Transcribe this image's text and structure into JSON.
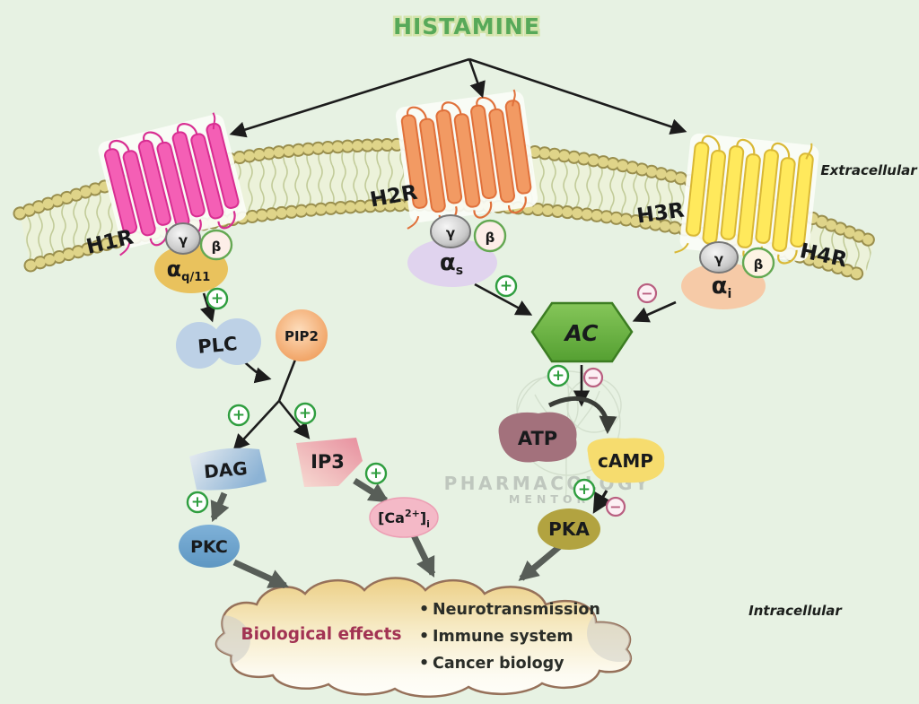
{
  "title": "HISTAMINE",
  "compartments": {
    "extracellular": "Extracellular",
    "intracellular": "Intracellular"
  },
  "receptors": {
    "h1r": "H1R",
    "h2r": "H2R",
    "h3r": "H3R",
    "h4r": "H4R"
  },
  "g_proteins": {
    "gamma": "γ",
    "beta": "β",
    "alpha": "α",
    "alpha_q_subscript": "q/11",
    "alpha_s_subscript": "s",
    "alpha_i_subscript": "i"
  },
  "molecules": {
    "plc": "PLC",
    "pip2": "PIP2",
    "ac": "AC",
    "atp": "ATP",
    "camp": "cAMP",
    "pka": "PKA",
    "dag": "DAG",
    "ip3": "IP3",
    "pkc": "PKC",
    "ca_bracket_open": "[Ca",
    "ca_superscript": "2+",
    "ca_bracket_close": "]",
    "ca_subscript": "i"
  },
  "signs": {
    "stimulatory": "+",
    "inhibitory": "−"
  },
  "effects": {
    "heading": "Biological effects",
    "bullet": "•",
    "items": [
      "Neurotransmission",
      "Immune system",
      "Cancer biology"
    ]
  },
  "watermark": {
    "line1": "PHARMACOLOGY",
    "line2": "MENTOR"
  },
  "colors": {
    "background": "#e7f2e3",
    "title_green": "#57a959",
    "h1r_pink": "#f45fb5",
    "h2r_orange": "#f29a63",
    "h3r_h4r_yellow": "#ffe95c",
    "membrane_head_tan": "#dfd489",
    "ac_green": "#6db54a",
    "atp_mauve": "#a3717c",
    "camp_yellow": "#f6dc6e",
    "pka_olive": "#b2a340",
    "pkc_blue": "#6ba3cd",
    "stimulatory_green": "#2f9e3f",
    "inhibitory_pink": "#b95f80",
    "effects_heading_red": "#a23353"
  }
}
